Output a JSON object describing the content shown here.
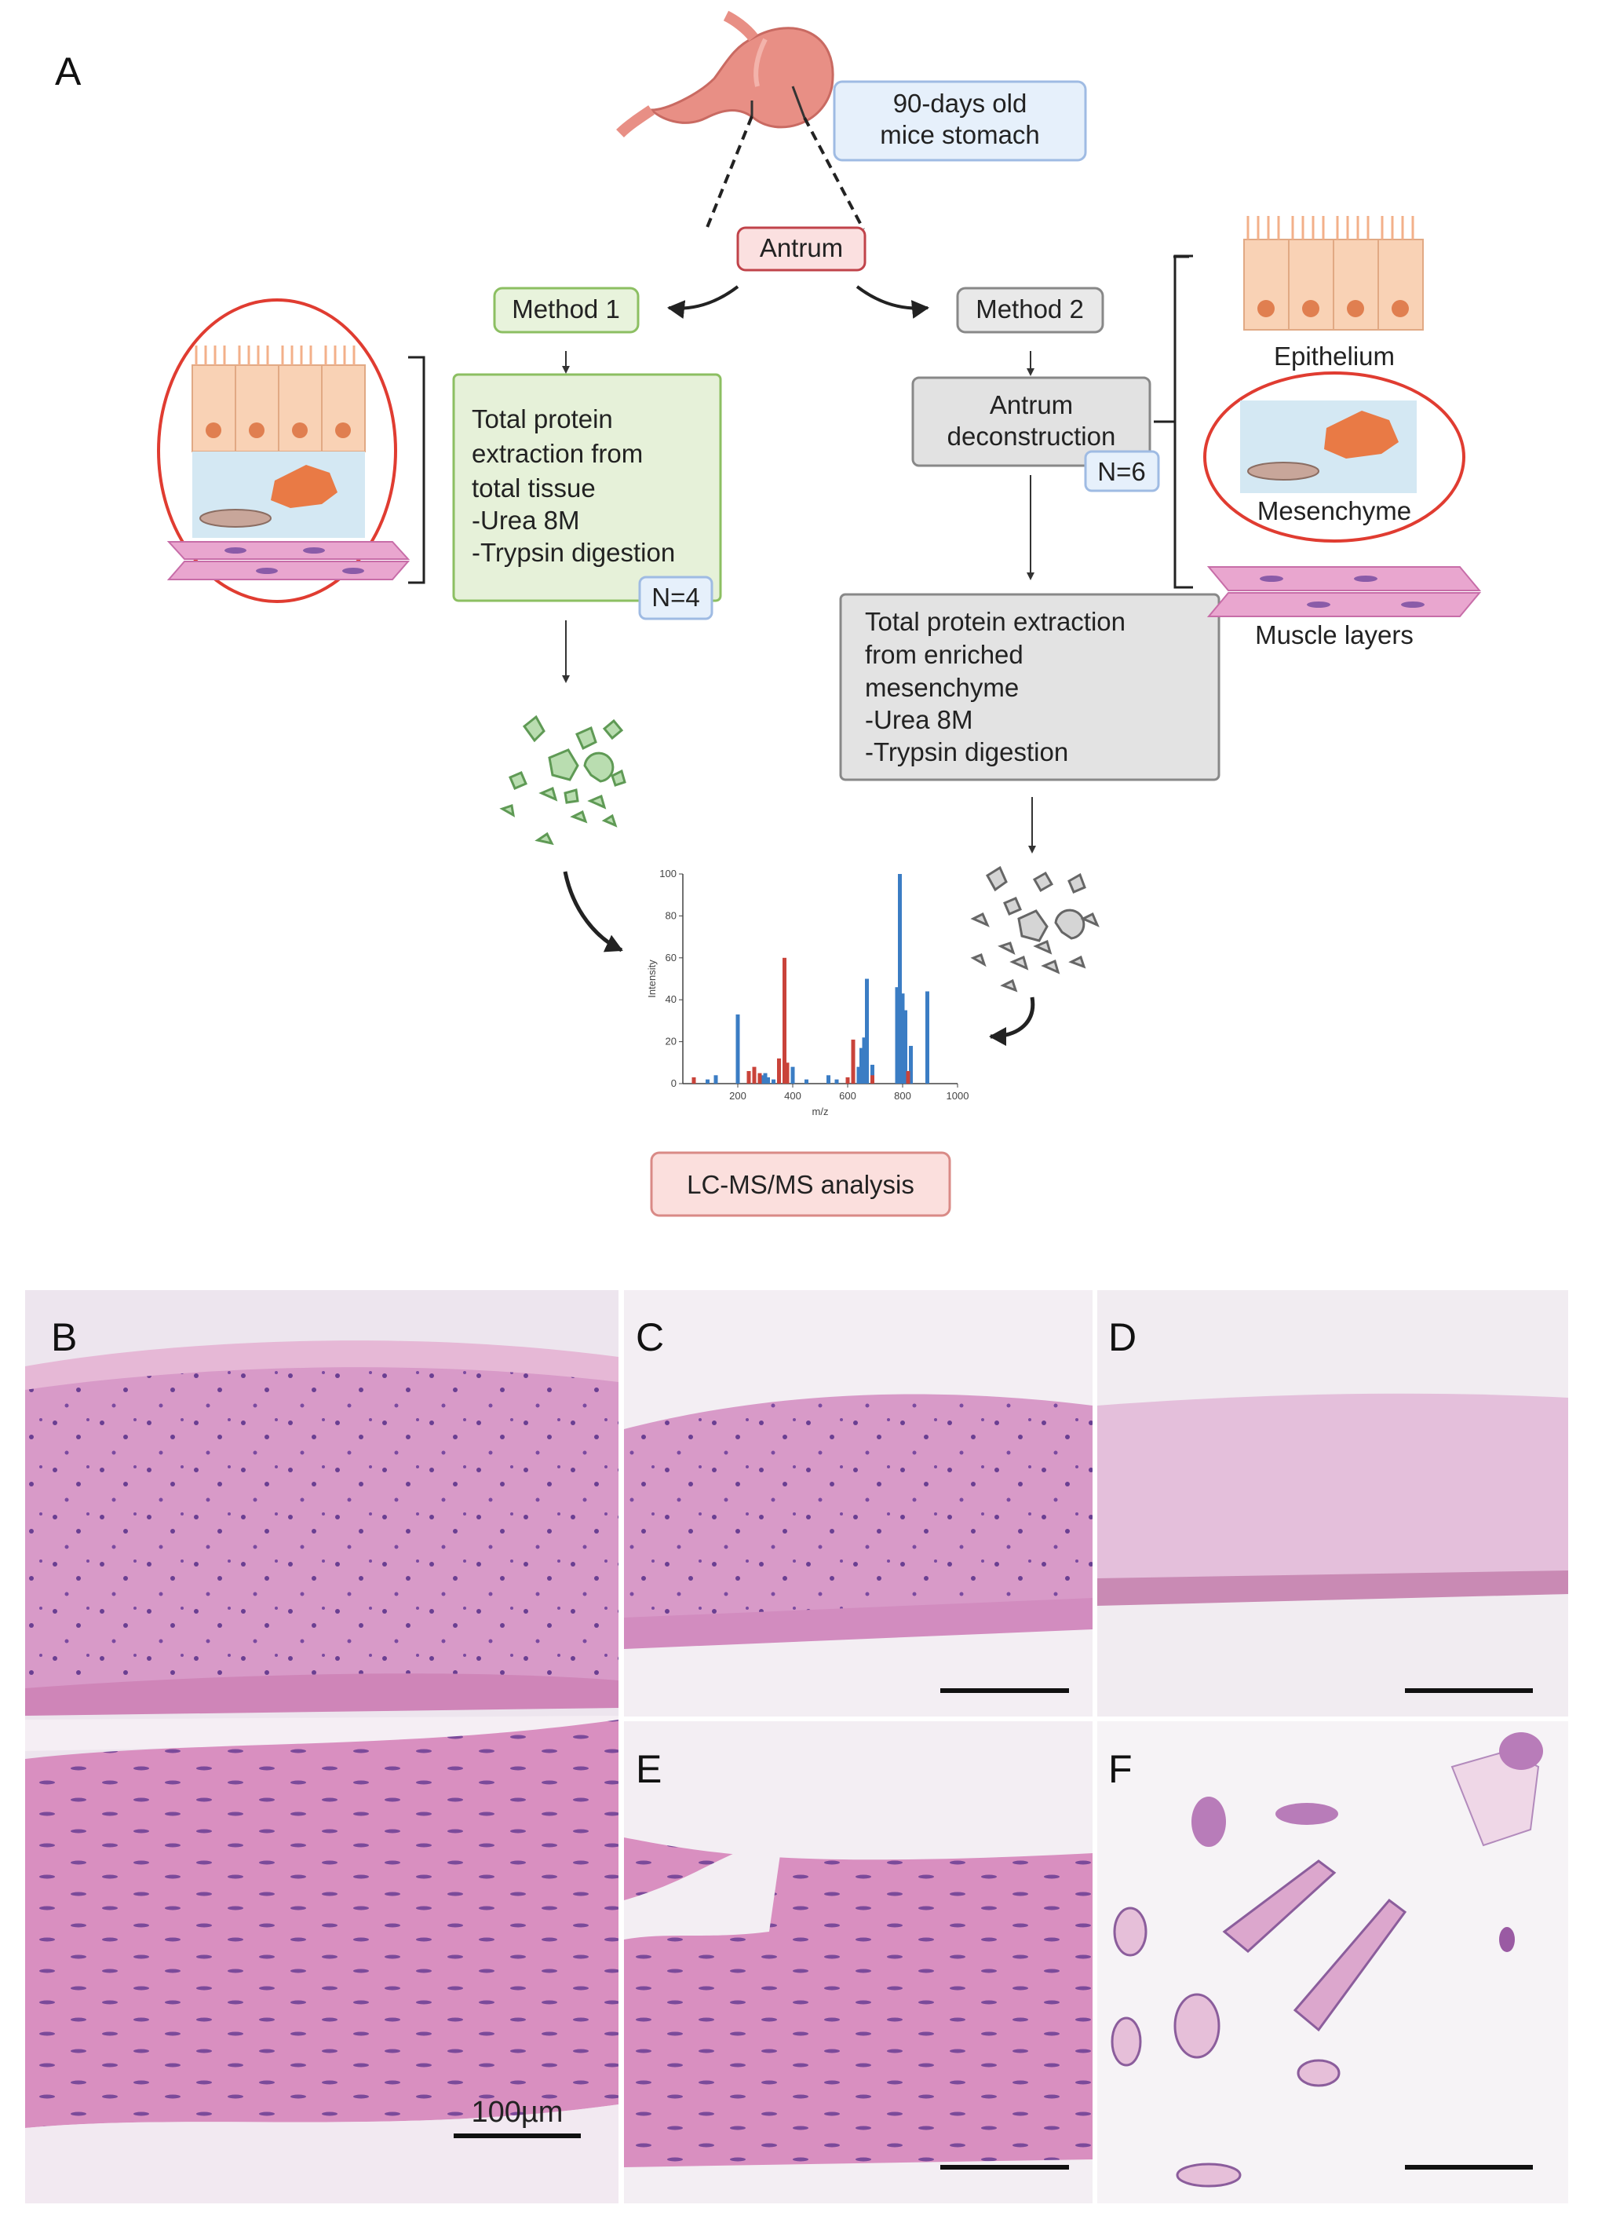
{
  "panel_a": {
    "letter": "A",
    "stomach_label": [
      "90-days old",
      "mice stomach"
    ],
    "antrum": "Antrum",
    "method1": {
      "label": "Method 1",
      "box_lines": [
        "Total protein",
        "extraction from",
        "total tissue",
        "-Urea 8M",
        "-Trypsin digestion"
      ],
      "n": "N=4"
    },
    "method2": {
      "label": "Method 2",
      "deconstruction_lines": [
        "Antrum",
        "deconstruction"
      ],
      "n": "N=6",
      "extraction_lines": [
        "Total protein extraction",
        "from enriched",
        "mesenchyme",
        "-Urea 8M",
        "-Trypsin digestion"
      ]
    },
    "layers": {
      "epithelium": "Epithelium",
      "mesenchyme": "Mesenchyme",
      "muscle": "Muscle layers"
    },
    "lcms": "LC-MS/MS analysis"
  },
  "ms_spectrum": {
    "y_label": "Intensity",
    "x_label": "m/z",
    "y_ticks": [
      "0",
      "20",
      "40",
      "60",
      "80",
      "100"
    ],
    "x_ticks": [
      "200",
      "400",
      "600",
      "800",
      "1000"
    ]
  },
  "chart_data": {
    "type": "bar",
    "xlabel": "m/z",
    "ylabel": "Intensity",
    "xlim": [
      0,
      1000
    ],
    "ylim": [
      0,
      100
    ],
    "series": [
      {
        "color": "#3b7dc4",
        "x": [
          90,
          120,
          200,
          260,
          290,
          300,
          310,
          330,
          400,
          450,
          530,
          560,
          620,
          640,
          650,
          660,
          670,
          690,
          780,
          790,
          800,
          810,
          830,
          890
        ],
        "values": [
          2,
          4,
          33,
          2,
          4,
          5,
          3,
          2,
          8,
          2,
          4,
          2,
          6,
          8,
          17,
          22,
          50,
          9,
          46,
          100,
          43,
          35,
          18,
          44
        ]
      },
      {
        "color": "#c9433a",
        "x": [
          40,
          240,
          260,
          280,
          350,
          370,
          380,
          600,
          620,
          690,
          820
        ],
        "values": [
          3,
          6,
          8,
          5,
          12,
          60,
          10,
          3,
          21,
          4,
          6
        ]
      }
    ]
  },
  "histology": {
    "panels": [
      "B",
      "C",
      "D",
      "E",
      "F"
    ],
    "scale_bar": "100µm"
  }
}
